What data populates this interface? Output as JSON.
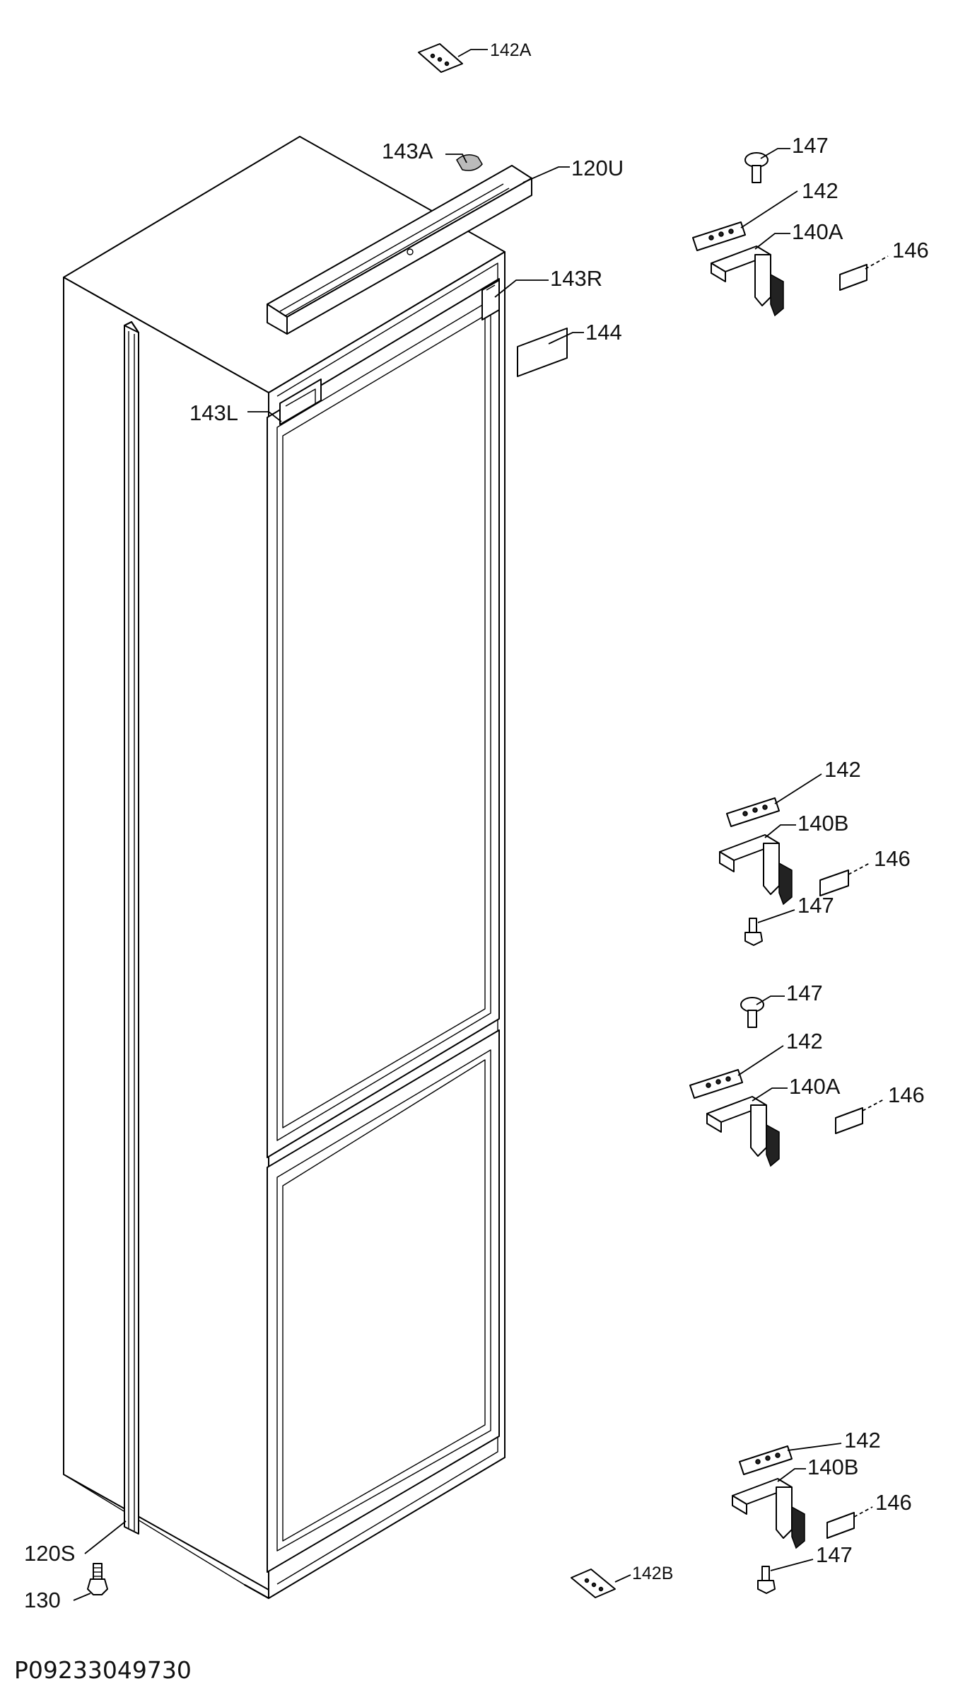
{
  "labels": {
    "l142A": "142A",
    "l143A": "143A",
    "l120U": "120U",
    "l143R": "143R",
    "l144": "144",
    "l143L": "143L",
    "l147_1": "147",
    "l142_1": "142",
    "l140A_1": "140A",
    "l146_1": "146",
    "l142_2": "142",
    "l140B_1": "140B",
    "l146_2": "146",
    "l147_2": "147",
    "l147_3": "147",
    "l142_3": "142",
    "l140A_2": "140A",
    "l146_3": "146",
    "l142_4": "142",
    "l140B_2": "140B",
    "l146_4": "146",
    "l142B": "142B",
    "l147_4": "147",
    "l120S": "120S",
    "l130": "130"
  },
  "drawing_code": "P09233049730"
}
